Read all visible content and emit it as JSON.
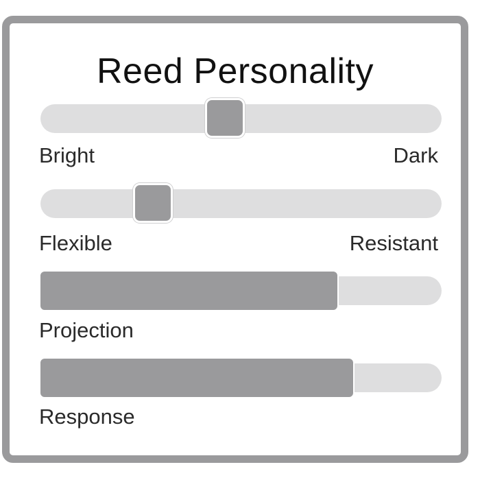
{
  "title": "Reed Personality",
  "sliders": [
    {
      "left_label": "Bright",
      "right_label": "Dark",
      "value": 0.46
    },
    {
      "left_label": "Flexible",
      "right_label": "Resistant",
      "value": 0.28
    }
  ],
  "bars": [
    {
      "label": "Projection",
      "value": 0.74
    },
    {
      "label": "Response",
      "value": 0.78
    }
  ],
  "colors": {
    "frame": "#9a9a9c",
    "track": "#dededf",
    "fill": "#9a9a9c",
    "text": "#2a2a2a"
  }
}
